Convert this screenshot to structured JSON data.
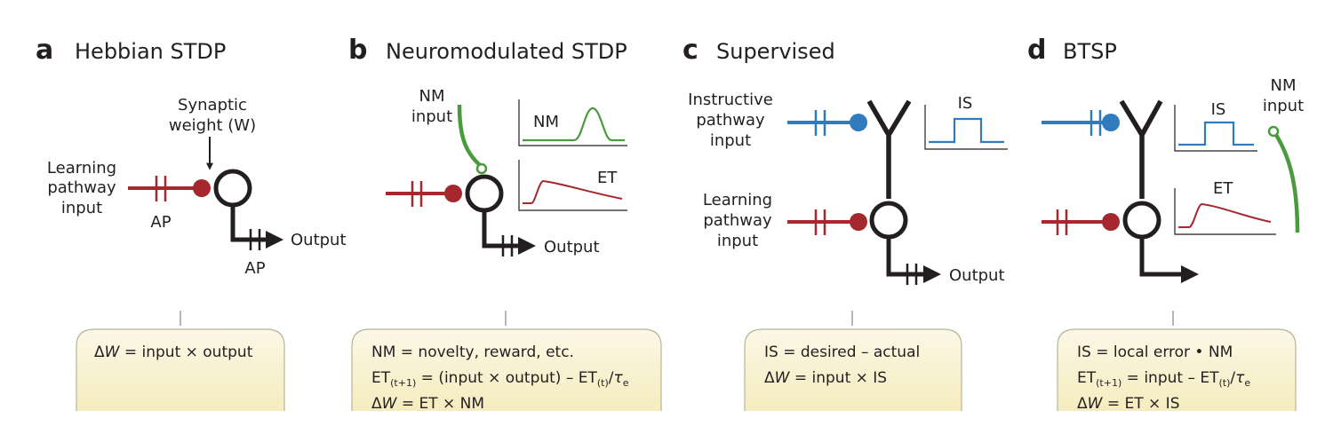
{
  "panels": {
    "a": {
      "letter": "a",
      "title": "Hebbian STDP",
      "labels": {
        "synaptic_1": "Synaptic",
        "synaptic_2": "weight (W)",
        "learning_1": "Learning",
        "learning_2": "pathway",
        "learning_3": "input",
        "ap_in": "AP",
        "ap_out": "AP",
        "output": "Output"
      },
      "box": {
        "line1": {
          "delta": "Δ",
          "w": "W",
          "rest": " = input × output"
        }
      }
    },
    "b": {
      "letter": "b",
      "title": "Neuromodulated STDP",
      "labels": {
        "nm_1": "NM",
        "nm_2": "input",
        "plot_nm": "NM",
        "plot_et": "ET",
        "output": "Output"
      },
      "box": {
        "line1": "NM = novelty, reward, etc.",
        "line2": {
          "a": "ET",
          "sub1": "(t+1)",
          "b": " = (input × output) – ET",
          "sub2": "(t)",
          "c": "/",
          "tau": "τ",
          "sub3": "e"
        },
        "line3": {
          "delta": "Δ",
          "w": "W",
          "rest": " = ET × NM"
        }
      }
    },
    "c": {
      "letter": "c",
      "title": "Supervised",
      "labels": {
        "instructive_1": "Instructive",
        "instructive_2": "pathway",
        "instructive_3": "input",
        "learning_1": "Learning",
        "learning_2": "pathway",
        "learning_3": "input",
        "plot_is": "IS",
        "output": "Output"
      },
      "box": {
        "line1": "IS = desired – actual",
        "line2": {
          "delta": "Δ",
          "w": "W",
          "rest": " = input × IS"
        }
      }
    },
    "d": {
      "letter": "d",
      "title": "BTSP",
      "labels": {
        "nm_1": "NM",
        "nm_2": "input",
        "plot_is": "IS",
        "plot_et": "ET"
      },
      "box": {
        "line1": "IS = local error • NM",
        "line2": {
          "a": "ET",
          "sub1": "(t+1)",
          "b": " = input – ET",
          "sub2": "(t)",
          "c": "/",
          "tau": "τ",
          "sub3": "e"
        },
        "line3": {
          "delta": "Δ",
          "w": "W",
          "rest": " = ET × IS"
        }
      }
    }
  },
  "colors": {
    "red": "#a4282d",
    "blue": "#2f7bbd",
    "green": "#4a9a3e",
    "black": "#231f20",
    "box_top": "#fbf8e6",
    "box_bottom": "#f6eec2"
  }
}
